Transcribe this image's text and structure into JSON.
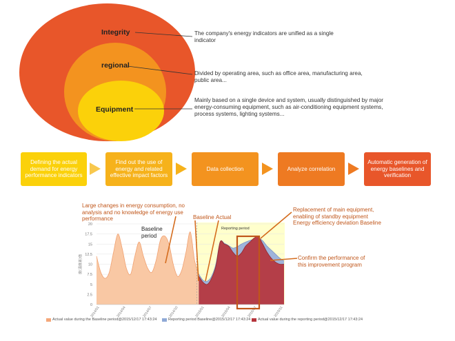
{
  "circles": {
    "integrity": "Integrity",
    "regional": "regional",
    "equipment": "Equipment"
  },
  "descriptions": {
    "integrity": "The company's energy indicators are unified as a single indicator",
    "regional": "Divided by operating area, such as office area, manufacturing area, public area...",
    "equipment": "Mainly based on a single device and system, usually distinguished by major energy-consuming equipment, such as air-conditioning equipment systems, process systems, lighting systems..."
  },
  "steps": [
    {
      "label": "Defining the actual demand for energy performance indicators",
      "color": "#fbd10a"
    },
    {
      "label": "Find out the use of energy and related effective impact factors",
      "color": "#f6b21b"
    },
    {
      "label": "Data collection",
      "color": "#f3931f"
    },
    {
      "label": "Analyze correlation",
      "color": "#ee7a22"
    },
    {
      "label": "Automatic generation of energy baselines and verification",
      "color": "#e8562a"
    }
  ],
  "annotations": {
    "large_changes": "Large changes in energy consumption, no analysis and no knowledge of energy use performance",
    "baseline_period": "Baseline period",
    "baseline": "Baseline",
    "actual": "Actual",
    "reporting_period": "Reporting period",
    "replacement": "Replacement of main equipment, enabling of standby equipment Energy efficiency deviation Baseline",
    "confirm": "Confirm the performance of this improvement program"
  },
  "legend": [
    {
      "label": "Actual value during the Baseline period@2015/12/17 17:43:24",
      "color": "#f4a77a"
    },
    {
      "label": "Reporting period Baseline@2015/12/17 17:43:24",
      "color": "#8fa9d6"
    },
    {
      "label": "Actual value during the reporting period@2015/12/17 17:43:24",
      "color": "#b5343c"
    }
  ],
  "chart_data": {
    "type": "area",
    "ylabel": "度(温度差)值",
    "ylim": [
      0,
      20
    ],
    "yticks": [
      "0",
      "2.5",
      "5",
      "7.5",
      "10",
      "12.5",
      "15",
      "17.5",
      "20"
    ],
    "xticks": [
      "2014/01",
      "2014/04",
      "2014/07",
      "2014/10",
      "2015/01",
      "2015/04",
      "2015/07",
      "2015/11"
    ],
    "series": [
      {
        "name": "Actual value during the Baseline period@2015/12/17 17:43:24",
        "x": [
          0,
          0.5,
          1,
          1.5,
          2,
          2.5,
          3,
          3.5,
          4,
          4.5,
          5,
          5.5,
          6,
          6.5,
          7,
          7.5,
          8,
          8.5,
          9,
          9.5,
          10,
          10.5,
          11,
          11.5,
          12
        ],
        "values": [
          12,
          8,
          6.5,
          8,
          13,
          17.5,
          14,
          9,
          7.5,
          12,
          15.5,
          12,
          9,
          8,
          11,
          16,
          17,
          15,
          10,
          7,
          8.5,
          13,
          18,
          11,
          7.5
        ]
      },
      {
        "name": "Reporting period Baseline@2015/12/17 17:43:24",
        "x": [
          12,
          12.5,
          13,
          13.5,
          14,
          14.5,
          15,
          15.5,
          16,
          16.5,
          17,
          17.5,
          18,
          18.5,
          19,
          19.5,
          20,
          20.5,
          21,
          21.5,
          22
        ],
        "values": [
          7.5,
          6,
          5.8,
          7,
          10,
          15.5,
          15.2,
          14.6,
          14,
          14.3,
          15,
          15.5,
          15.9,
          16.2,
          16.5,
          15.8,
          14.5,
          13.5,
          12.5,
          11.5,
          10.8
        ]
      },
      {
        "name": "Actual value during the reporting period@2015/12/17 17:43:24",
        "x": [
          12,
          12.5,
          13,
          13.5,
          14,
          14.5,
          15,
          15.5,
          16,
          16.5,
          17,
          17.5,
          18,
          18.5,
          19,
          19.5,
          20,
          20.5,
          21,
          21.5,
          22
        ],
        "values": [
          7,
          5.5,
          5,
          6.5,
          9.5,
          15.5,
          15,
          14.5,
          13,
          12,
          12.8,
          14.5,
          15.5,
          16.5,
          16.8,
          15,
          13,
          11.5,
          10.5,
          10,
          10
        ]
      }
    ],
    "xrange": [
      0,
      22
    ],
    "baseline_period_end": 12,
    "reporting_period_start": 12
  }
}
